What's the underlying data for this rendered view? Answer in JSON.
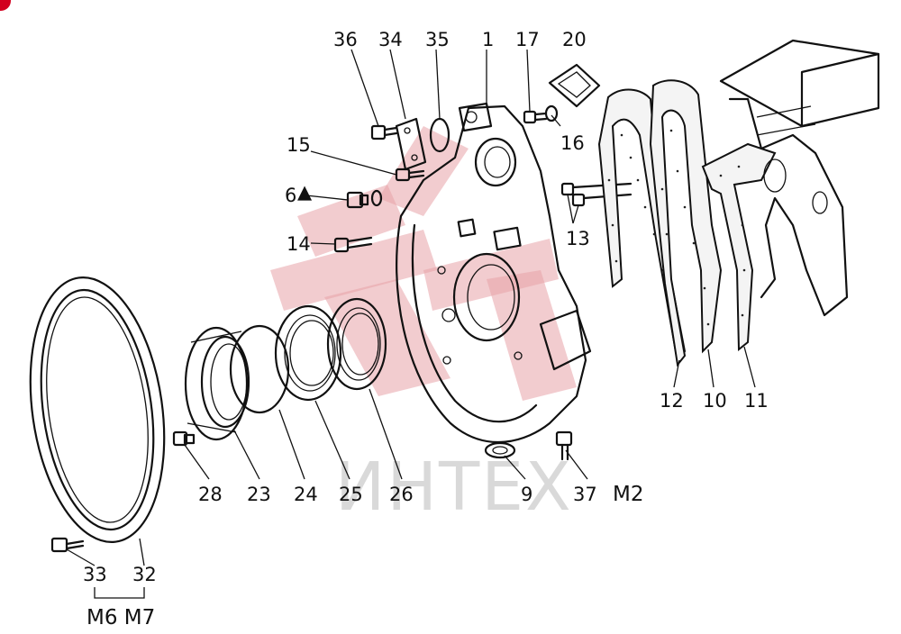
{
  "watermark": {
    "text": "ИНТЕХ",
    "color": "#e8a3a8"
  },
  "callouts": {
    "c1": "1",
    "c6": "6",
    "c6_mark": "▲",
    "c9": "9",
    "c10": "10",
    "c11": "11",
    "c12": "12",
    "c13": "13",
    "c14": "14",
    "c15": "15",
    "c16": "16",
    "c17": "17",
    "c20": "20",
    "c23": "23",
    "c24": "24",
    "c25": "25",
    "c26": "26",
    "c28": "28",
    "c32": "32",
    "c33": "33",
    "c34": "34",
    "c35": "35",
    "c36": "36",
    "c37": "37"
  },
  "model_tags": {
    "m2": "M2",
    "m6m7": "M6 M7"
  },
  "badge_color": "#d2001f"
}
